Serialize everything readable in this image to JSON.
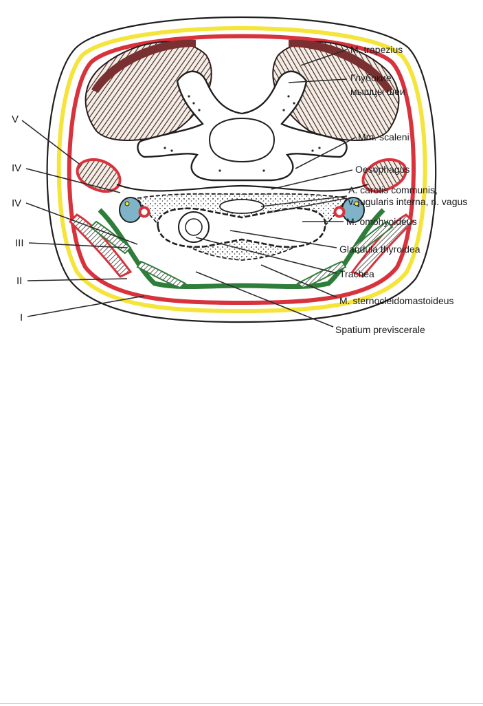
{
  "labels": {
    "trapezius": "M. trapezius",
    "deep_muscles_1": "Глубокие",
    "deep_muscles_2": "мышцы шеи",
    "scaleni": "Mm. scaleni",
    "oesophagus": "Oesophagus",
    "carotis_1": "A. carotis communis,",
    "carotis_2": "v. jugularis interna, n. vagus",
    "omohyoideus": "M. omohyoideus",
    "thyroidea": "Glandula thyroidea",
    "trachea": "Trachea",
    "sternocleidomastoideus": "M. sternocleidomastoideus",
    "previscerale": "Spatium previscerale"
  },
  "fascia_numbers": {
    "v": "V",
    "iv_upper": "IV",
    "iv_lower": "IV",
    "iii": "III",
    "ii": "II",
    "i": "I"
  },
  "colors": {
    "fascia_1_yellow": "#f5e43a",
    "fascia_2_red": "#d8323c",
    "fascia_3_green": "#2f7d3a",
    "vein_blue": "#7fb3c8",
    "outline": "#1f1f1f"
  }
}
